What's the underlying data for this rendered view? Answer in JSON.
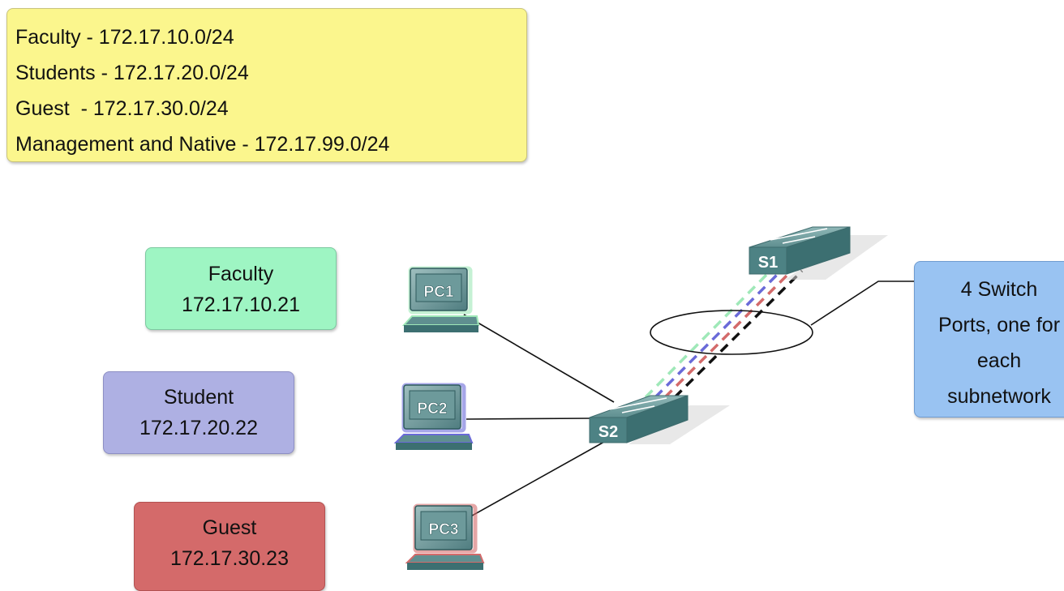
{
  "legend": {
    "lines": [
      "Faculty - 172.17.10.0/24",
      "Students - 172.17.20.0/24",
      "Guest  - 172.17.30.0/24",
      "Management and Native - 172.17.99.0/24"
    ]
  },
  "hosts": [
    {
      "label": "Faculty",
      "ip": "172.17.10.21",
      "color": "#9ef5c3"
    },
    {
      "label": "Student",
      "ip": "172.17.20.22",
      "color": "#aeb0e3"
    },
    {
      "label": "Guest",
      "ip": "172.17.30.23",
      "color": "#d46a6a"
    }
  ],
  "pcs": [
    "PC1",
    "PC2",
    "PC3"
  ],
  "switches": [
    "S1",
    "S2"
  ],
  "trunk_colors": [
    "#9fe8b8",
    "#6a6ad8",
    "#d36a6a",
    "#111111"
  ],
  "callout": {
    "lines": [
      "4 Switch",
      "Ports, one for",
      "each",
      "subnetwork"
    ],
    "color": "#99c3f2"
  }
}
